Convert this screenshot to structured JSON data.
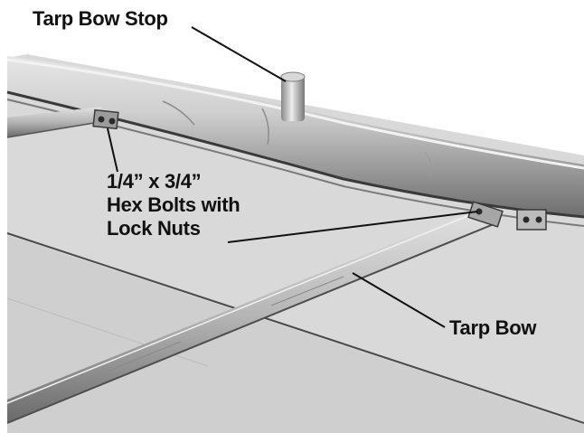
{
  "figure": {
    "callouts": {
      "tarp_bow_stop": "Tarp Bow Stop",
      "hex_bolts": {
        "line1": "1/4”   x   3/4”",
        "line2": "Hex Bolts with",
        "line3": "Lock Nuts"
      },
      "tarp_bow": "Tarp Bow"
    }
  }
}
